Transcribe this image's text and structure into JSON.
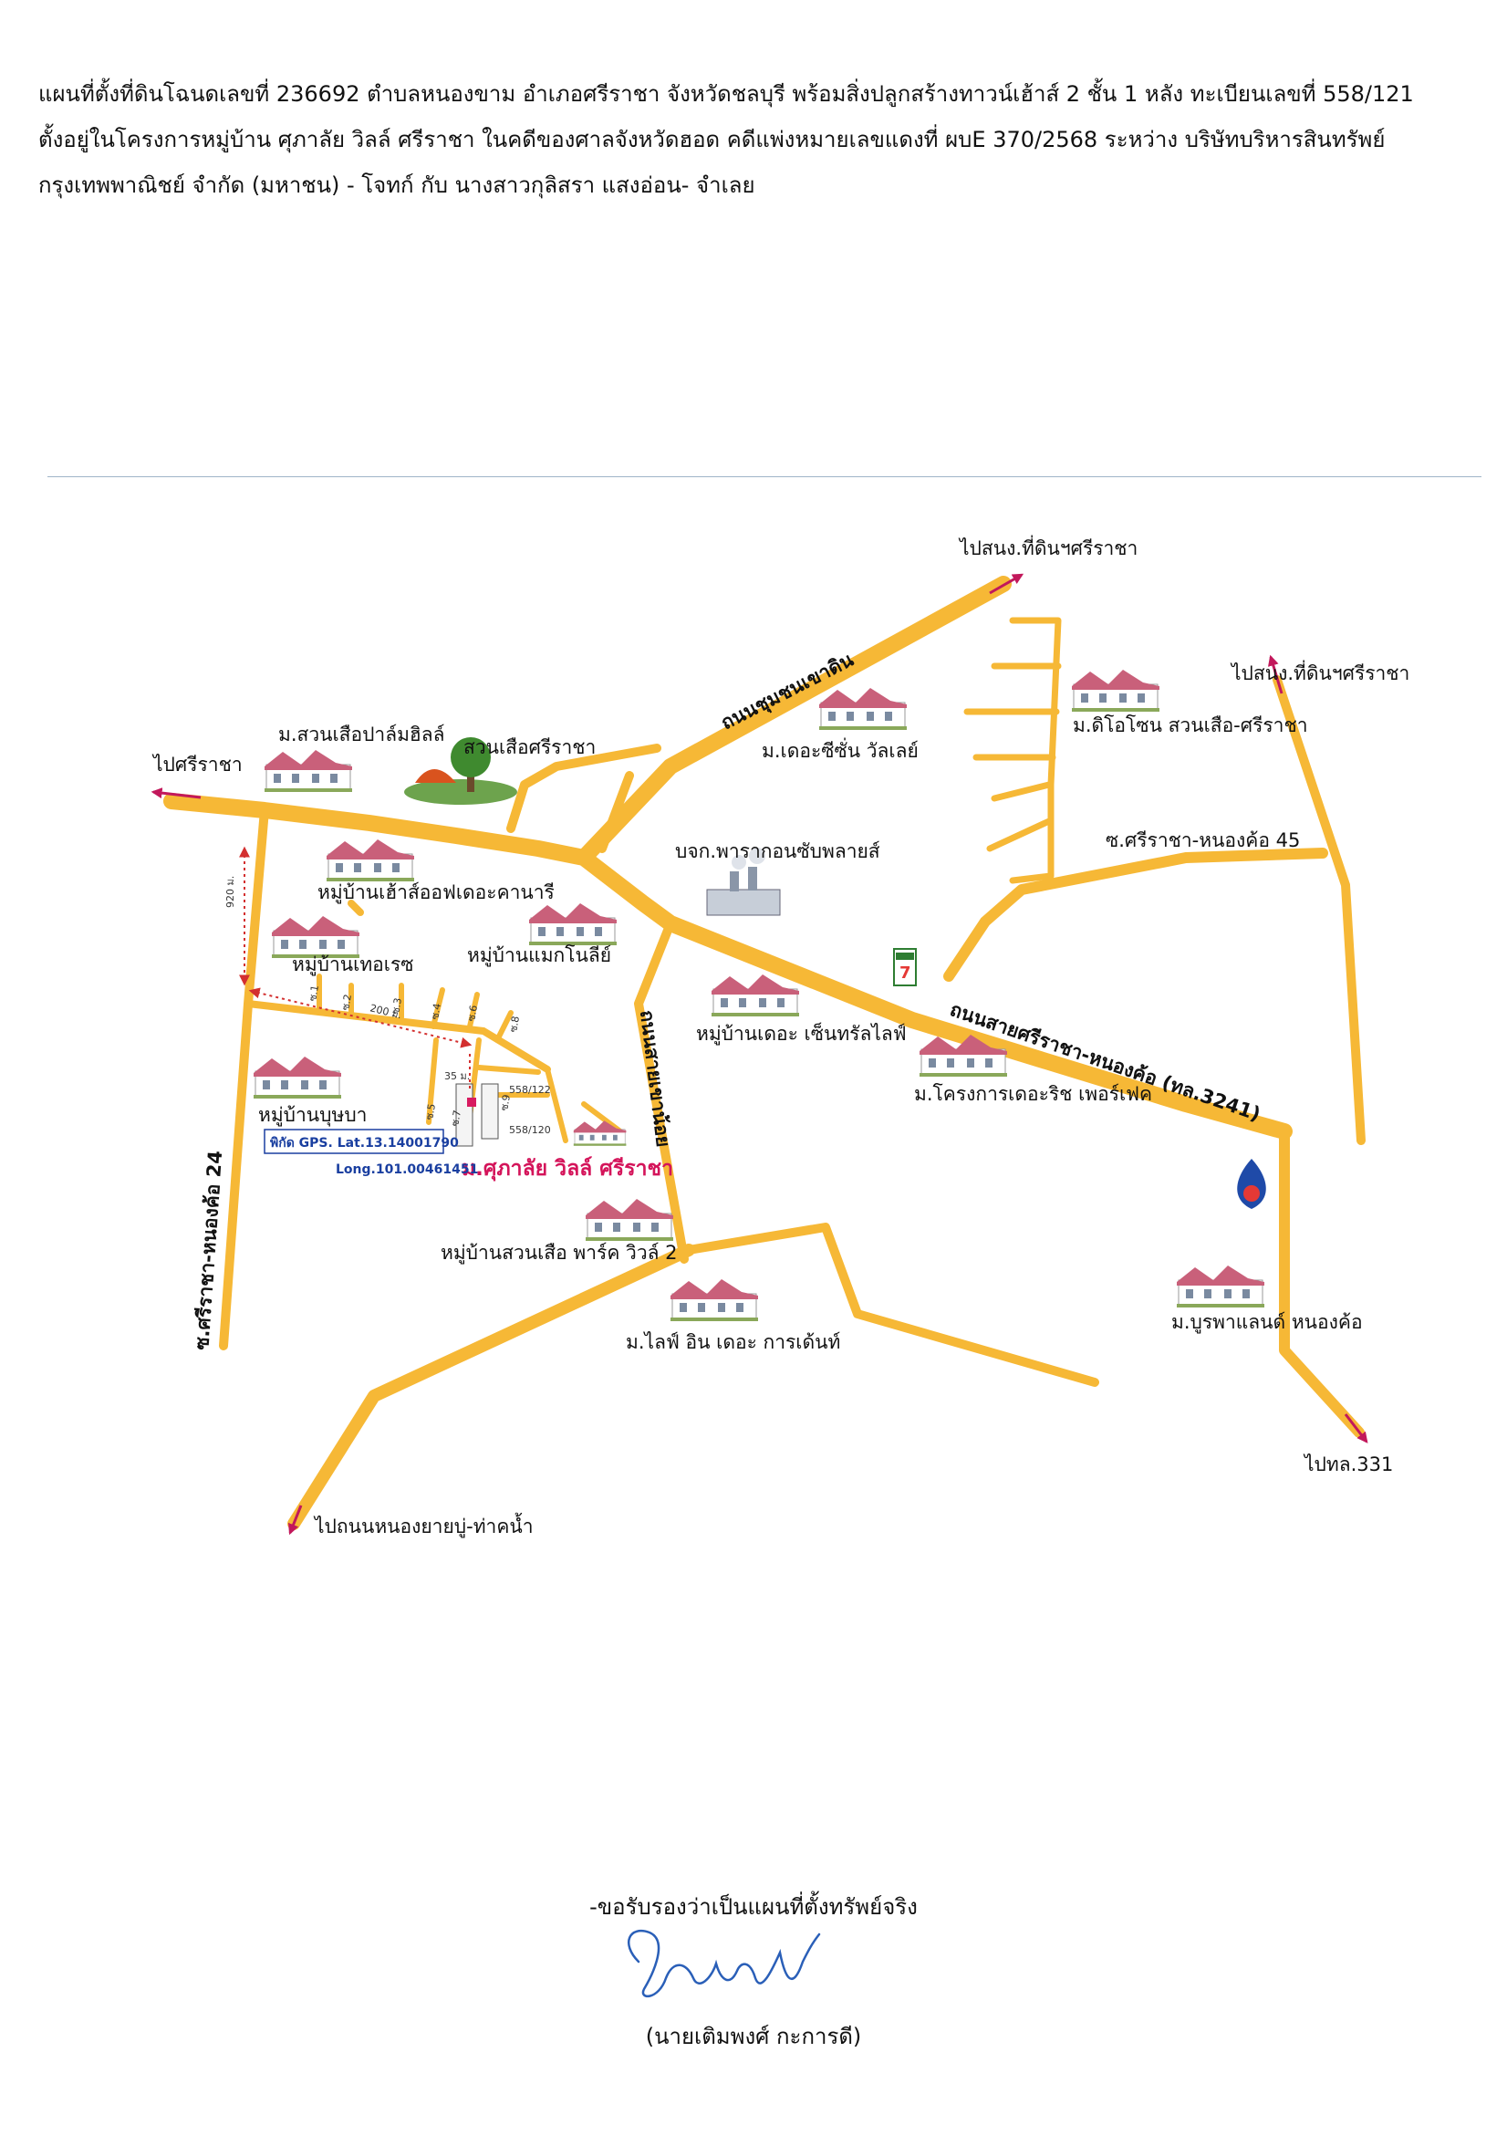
{
  "header": {
    "line1": "แผนที่ตั้งที่ดินโฉนดเลขที่ 236692 ตำบลหนองขาม อำเภอศรีราชา จังหวัดชลบุรี พร้อมสิ่งปลูกสร้างทาวน์เฮ้าส์ 2 ชั้น 1 หลัง ทะเบียนเลขที่ 558/121",
    "line2": "ตั้งอยู่ในโครงการหมู่บ้าน ศุภาลัย วิลล์ ศรีราชา   ในคดีของศาลจังหวัดฮอด คดีแพ่งหมายเลขแดงที่ ผบE 370/2568 ระหว่าง บริษัทบริหารสินทรัพย์",
    "line3": "กรุงเทพพาณิชย์ จำกัด (มหาชน) - โจทก์ กับ นางสาวกุลิสรา แสงอ่อน- จำเลย"
  },
  "map": {
    "directions": {
      "north_land_office_1": "ไปสนง.ที่ดินฯศรีราชา",
      "north_land_office_2": "ไปสนง.ที่ดินฯศรีราชา",
      "west_sriracha": "ไปศรีราชา",
      "southwest": "ไปถนนหนองยายบู่-ท่าคน้ำ",
      "southeast": "ไปทล.331"
    },
    "roads": {
      "chumchon_khao_din": "ถนนชุมชนเขาดิน",
      "sai_sriracha_nongkho": "ถนนสายศรีราชา-หนองค้อ (ทล.3241)",
      "soi_nongkho_45": "ซ.ศรีราชา-หนองค้อ 45",
      "soi_nongkho_24": "ซ.ศรีราชา-หนองค้อ 24",
      "khao_noi": "ถนนสายเขาน้อย"
    },
    "places": {
      "suan_suea_palm_hills": "ม.สวนเสือปาล์มฮิลล์",
      "suan_suea_sriracha": "สวนเสือศรีราชา",
      "the_season_valley": "ม.เดอะซีซั่น วัลเลย์",
      "dio_zone": "ม.ดิโอโซน สวนเสือ-ศรีราชา",
      "paragon_supply": "บจก.พารากอนซับพลายส์",
      "townhouse_canary": "หมู่บ้านเฮ้าส์ออฟเดอะคานารี",
      "terrace": "หมู่บ้านเทอเรซ",
      "magnolia": "หมู่บ้านแมกโนลีย์",
      "central_life": "หมู่บ้านเดอะ เซ็นทรัลไลฟ์",
      "the_rich_perfect": "ม.โครงการเดอะริช เพอร์เฟค",
      "bussaba": "หมู่บ้านบุษบา",
      "supalai_ville": "ม.ศุภาลัย วิลล์ ศรีราชา",
      "park_ville_2": "หมู่บ้านสวนเสือ พาร์ค วิวล์ 2",
      "life_in_garden": "ม.ไลฟ์ อิน เดอะ การเด้นท์",
      "burapha_land": "ม.บูรพาแลนด์ หนองค้อ"
    },
    "gps": {
      "lat": "พิกัด GPS. Lat.13.14001790",
      "long": "Long.101.00461451"
    },
    "measures": {
      "d920": "920 ม.",
      "d200": "200 ม.",
      "d35": "35 ม."
    },
    "plots": {
      "p122": "558/122",
      "p120": "558/120"
    },
    "sois": [
      "ซ.1",
      "ซ.2",
      "ซ.3",
      "ซ.4",
      "ซ.6",
      "ซ.8",
      "ซ.5",
      "ซ.7",
      "ซ.9"
    ],
    "colors": {
      "road": "#f6b836",
      "arrow": "#c2185b",
      "measure": "#d32f2f",
      "target": "#d4145a"
    }
  },
  "footer": {
    "certify": "-ขอรับรองว่าเป็นแผนที่ตั้งทรัพย์จริง",
    "name": "(นายเติมพงศ์ กะการดี)"
  }
}
